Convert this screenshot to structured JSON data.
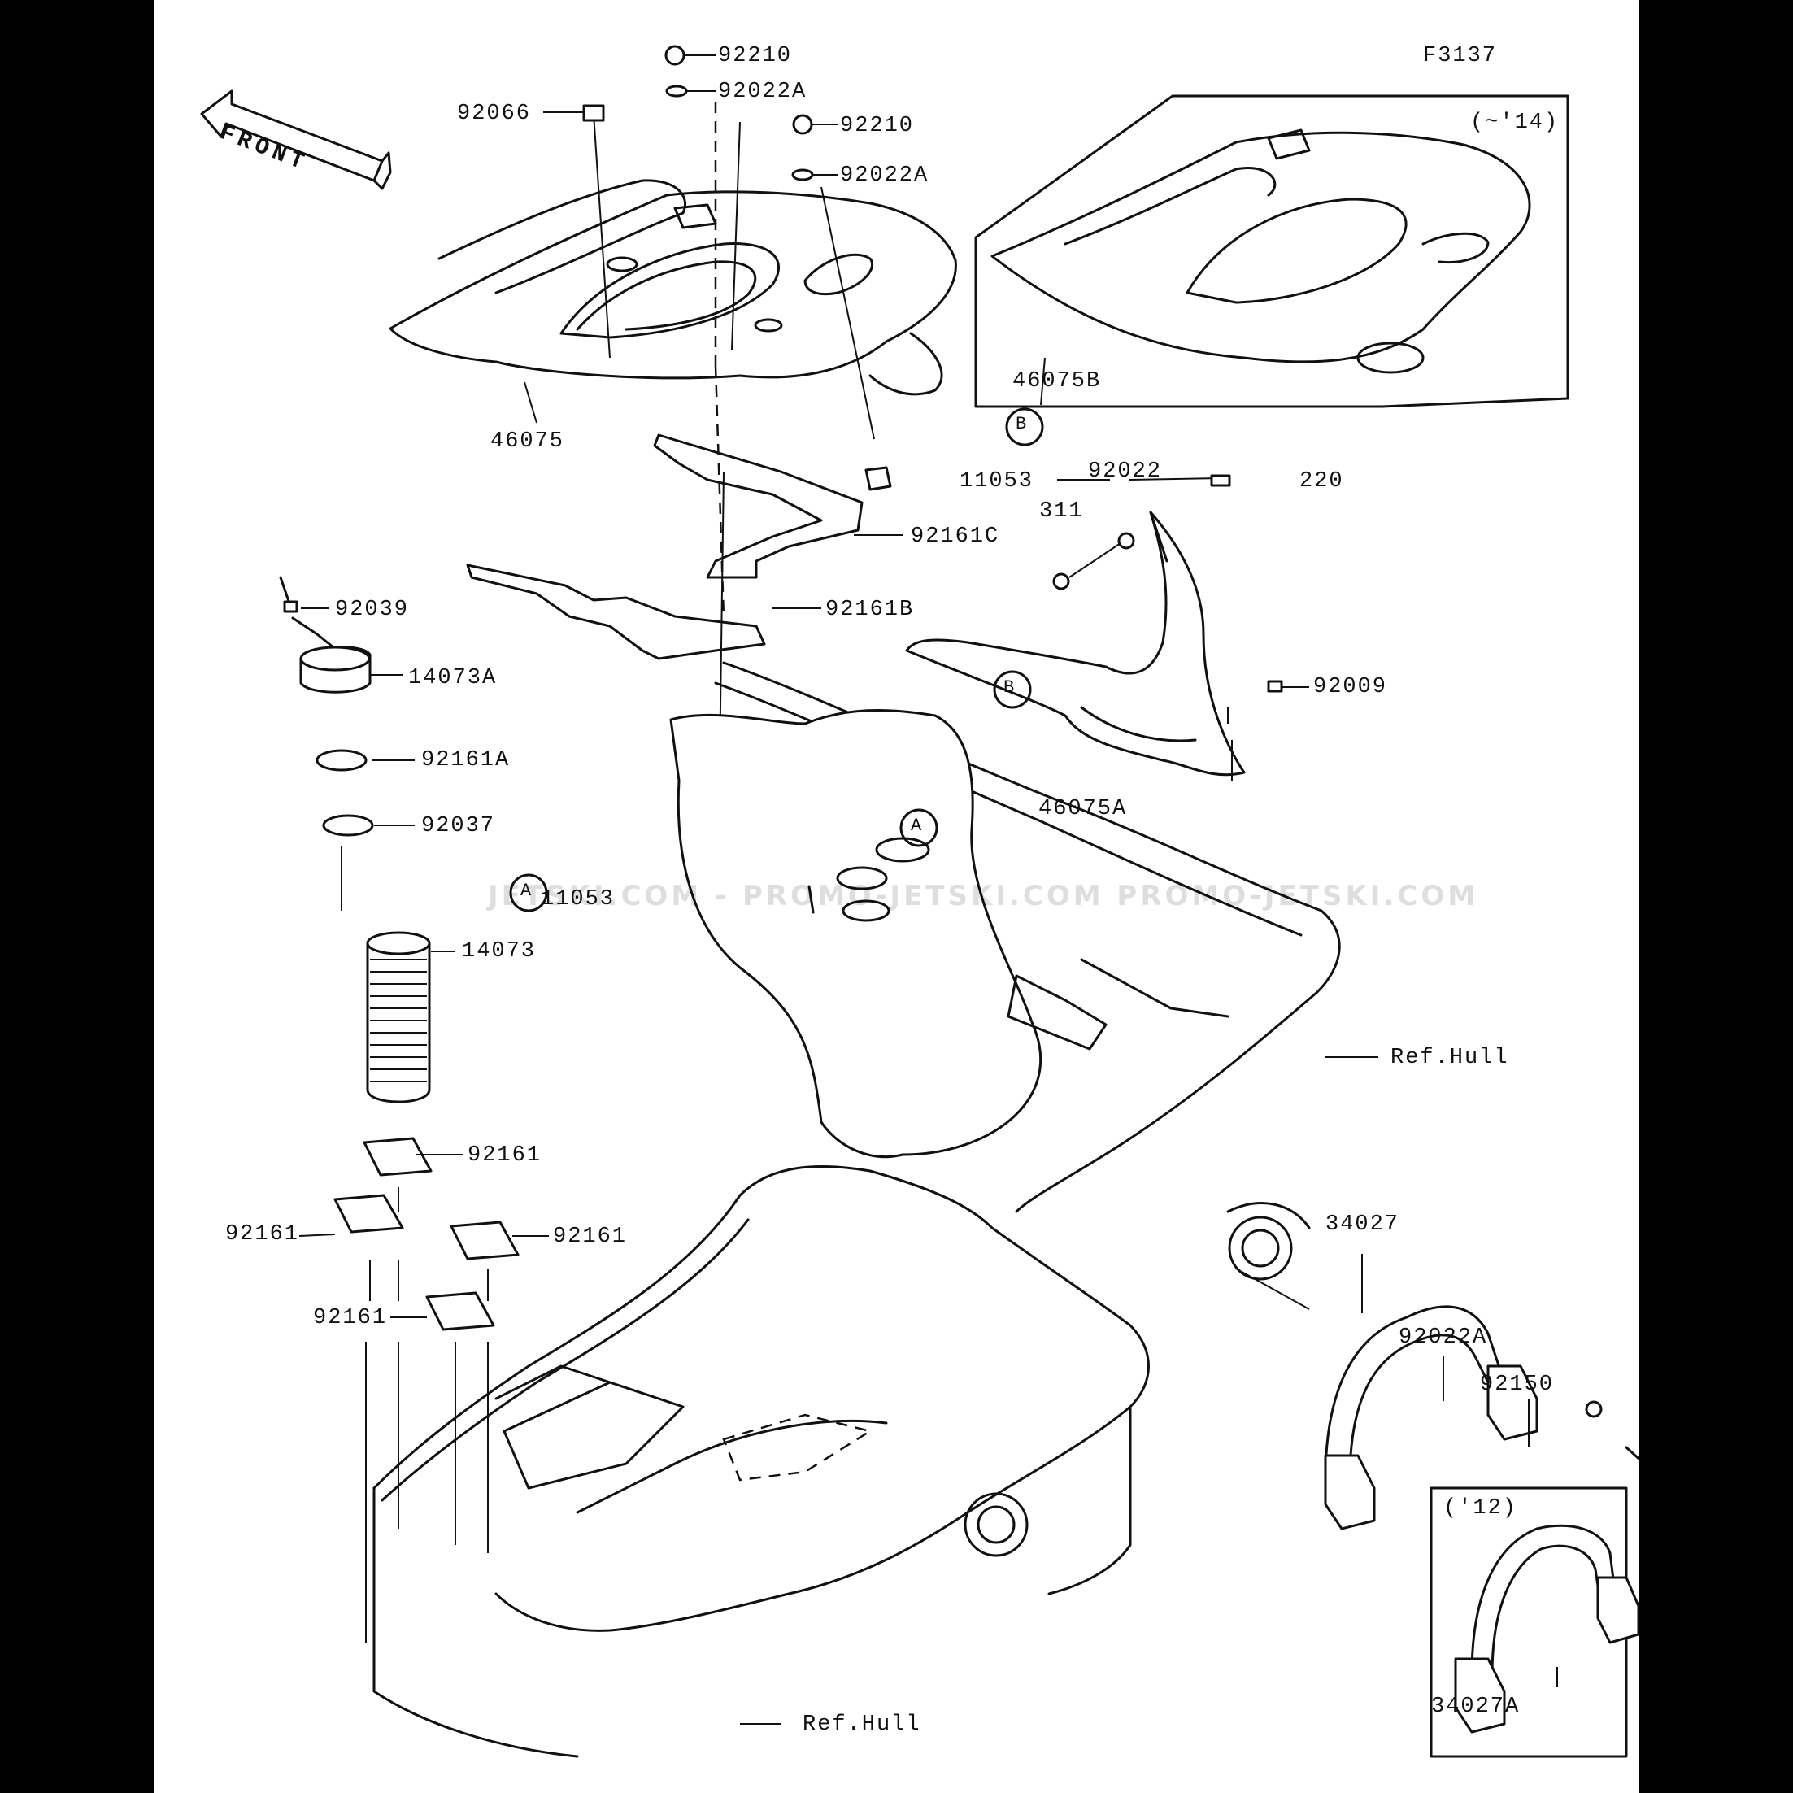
{
  "figure_code": "F3137",
  "front_label": "FRONT",
  "watermark": "JETSKI.COM - PROMO-JETSKI.COM   PROMO-JETSKI.COM",
  "inset_top_label": "(~'14)",
  "inset_bottom_label": "('12)",
  "callouts": {
    "a": "A",
    "b": "B"
  },
  "parts": {
    "p92210_1": "92210",
    "p92022A_1": "92022A",
    "p92066": "92066",
    "p92210_2": "92210",
    "p92022A_2": "92022A",
    "p46075": "46075",
    "p46075B": "46075B",
    "p11053_1": "11053",
    "p92022": "92022",
    "p220": "220",
    "p311": "311",
    "p92161C": "92161C",
    "p92161B": "92161B",
    "p92039": "92039",
    "p14073A": "14073A",
    "p92161A": "92161A",
    "p92037": "92037",
    "p92009": "92009",
    "p46075A": "46075A",
    "p11053_2": "11053",
    "p14073": "14073",
    "ref_hull_1": "Ref.Hull",
    "p92161_1": "92161",
    "p92161_2": "92161",
    "p92161_3": "92161",
    "p92161_4": "92161",
    "p34027": "34027",
    "p92022A_3": "92022A",
    "p92150": "92150",
    "p34027A": "34027A",
    "ref_hull_2": "Ref.Hull"
  }
}
